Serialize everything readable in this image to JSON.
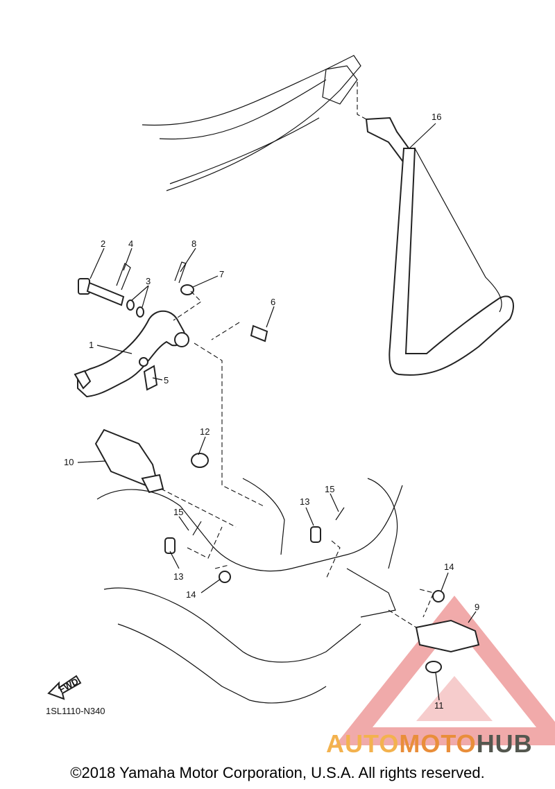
{
  "parts": [
    {
      "id": "part-1",
      "number": "1"
    },
    {
      "id": "part-2",
      "number": "2"
    },
    {
      "id": "part-3",
      "number": "3"
    },
    {
      "id": "part-4",
      "number": "4"
    },
    {
      "id": "part-5",
      "number": "5"
    },
    {
      "id": "part-6",
      "number": "6"
    },
    {
      "id": "part-7",
      "number": "7"
    },
    {
      "id": "part-8",
      "number": "8"
    },
    {
      "id": "part-9",
      "number": "9"
    },
    {
      "id": "part-10",
      "number": "10"
    },
    {
      "id": "part-11",
      "number": "11"
    },
    {
      "id": "part-12",
      "number": "12"
    },
    {
      "id": "part-13a",
      "number": "13"
    },
    {
      "id": "part-13b",
      "number": "13"
    },
    {
      "id": "part-14a",
      "number": "14"
    },
    {
      "id": "part-14b",
      "number": "14"
    },
    {
      "id": "part-15a",
      "number": "15"
    },
    {
      "id": "part-15b",
      "number": "15"
    },
    {
      "id": "part-16",
      "number": "16"
    }
  ],
  "fwd_label": "FWD",
  "diagram_code": "1SL1110-N340",
  "copyright": "©2018 Yamaha Motor Corporation, U.S.A. All rights reserved.",
  "watermark": {
    "part1": "AUTO",
    "part2": "MOTO",
    "part3": "HUB",
    "triangle_color": "#e56565"
  }
}
